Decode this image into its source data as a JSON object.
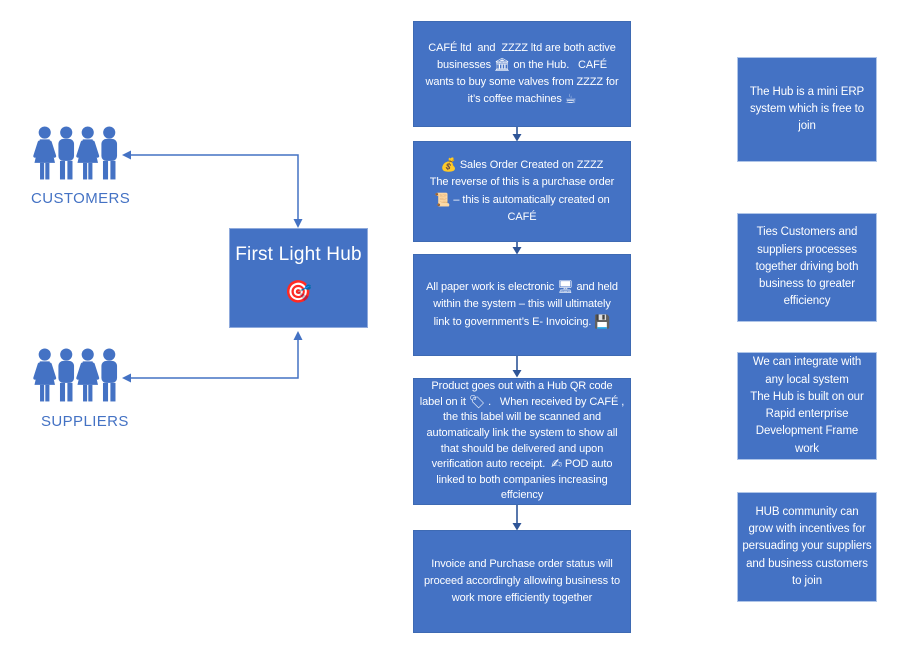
{
  "left_panel": {
    "customers_label": "CUSTOMERS",
    "suppliers_label": "SUPPLIERS",
    "hub_box": {
      "title": "First Light Hub",
      "icon_glyph": "🎯"
    }
  },
  "flow_boxes": [
    {
      "parts": [
        {
          "t": "CAFÉ ltd  and  ZZZZ ltd are both active\nbusinesses "
        },
        {
          "i": "bank-building-icon",
          "g": "🏛"
        },
        {
          "t": " on the Hub.   CAFÉ\nwants to buy some valves from ZZZZ for\nit’s coffee machines "
        },
        {
          "i": "coffee-cup-icon",
          "g": "☕"
        }
      ]
    },
    {
      "parts": [
        {
          "i": "money-bag-icon",
          "g": "💰"
        },
        {
          "t": " Sales Order Created on ZZZZ\nThe reverse of this is a purchase order\n"
        },
        {
          "i": "scroll-icon",
          "g": "📜"
        },
        {
          "t": " – this is automatically created on\nCAFÉ"
        }
      ]
    },
    {
      "parts": [
        {
          "t": "All paper work is electronic "
        },
        {
          "i": "computer-monitor-icon",
          "g": "🖥"
        },
        {
          "t": " and held\nwithin the system – this will ultimately\nlink to government’s E- Invoicing. "
        },
        {
          "i": "floppy-disk-icon",
          "g": "💾"
        }
      ]
    },
    {
      "parts": [
        {
          "t": "Product goes out with a Hub QR code\nlabel on it "
        },
        {
          "i": "label-tag-icon",
          "g": "🏷"
        },
        {
          "t": " .   When received by CAFÉ ,\nthe this label will be scanned and\nautomatically link the system to show all\nthat should be delivered and upon\nverification auto receipt.  "
        },
        {
          "i": "writing-hand-icon",
          "g": "✍"
        },
        {
          "t": " POD auto\nlinked to both companies increasing\neffciency"
        }
      ]
    },
    {
      "parts": [
        {
          "t": "Invoice and Purchase order status will\nproceed accordingly allowing business to\nwork more efficiently together"
        }
      ]
    }
  ],
  "info_boxes": [
    {
      "text": "The Hub is a mini ERP\nsystem which is free to\njoin"
    },
    {
      "text": "Ties Customers and\nsuppliers processes\ntogether driving both\nbusiness to greater\nefficiency"
    },
    {
      "text": "We can integrate with\nany local system\nThe Hub is built on our\nRapid enterprise\nDevelopment Frame\nwork"
    },
    {
      "text": "HUB community can\ngrow with incentives for\npersuading your suppliers\nand business customers\nto join"
    }
  ],
  "colors": {
    "box_fill": "#4472C4",
    "flow_box_border": "#3E6AB3",
    "info_box_border": "#AFC5E8",
    "hub_box_border": "#8FAADC",
    "connector_blue": "#4472C4",
    "flow_arrow_dark": "#2F5597",
    "label_text": "#4472C4",
    "box_text": "#FFFFFF"
  }
}
